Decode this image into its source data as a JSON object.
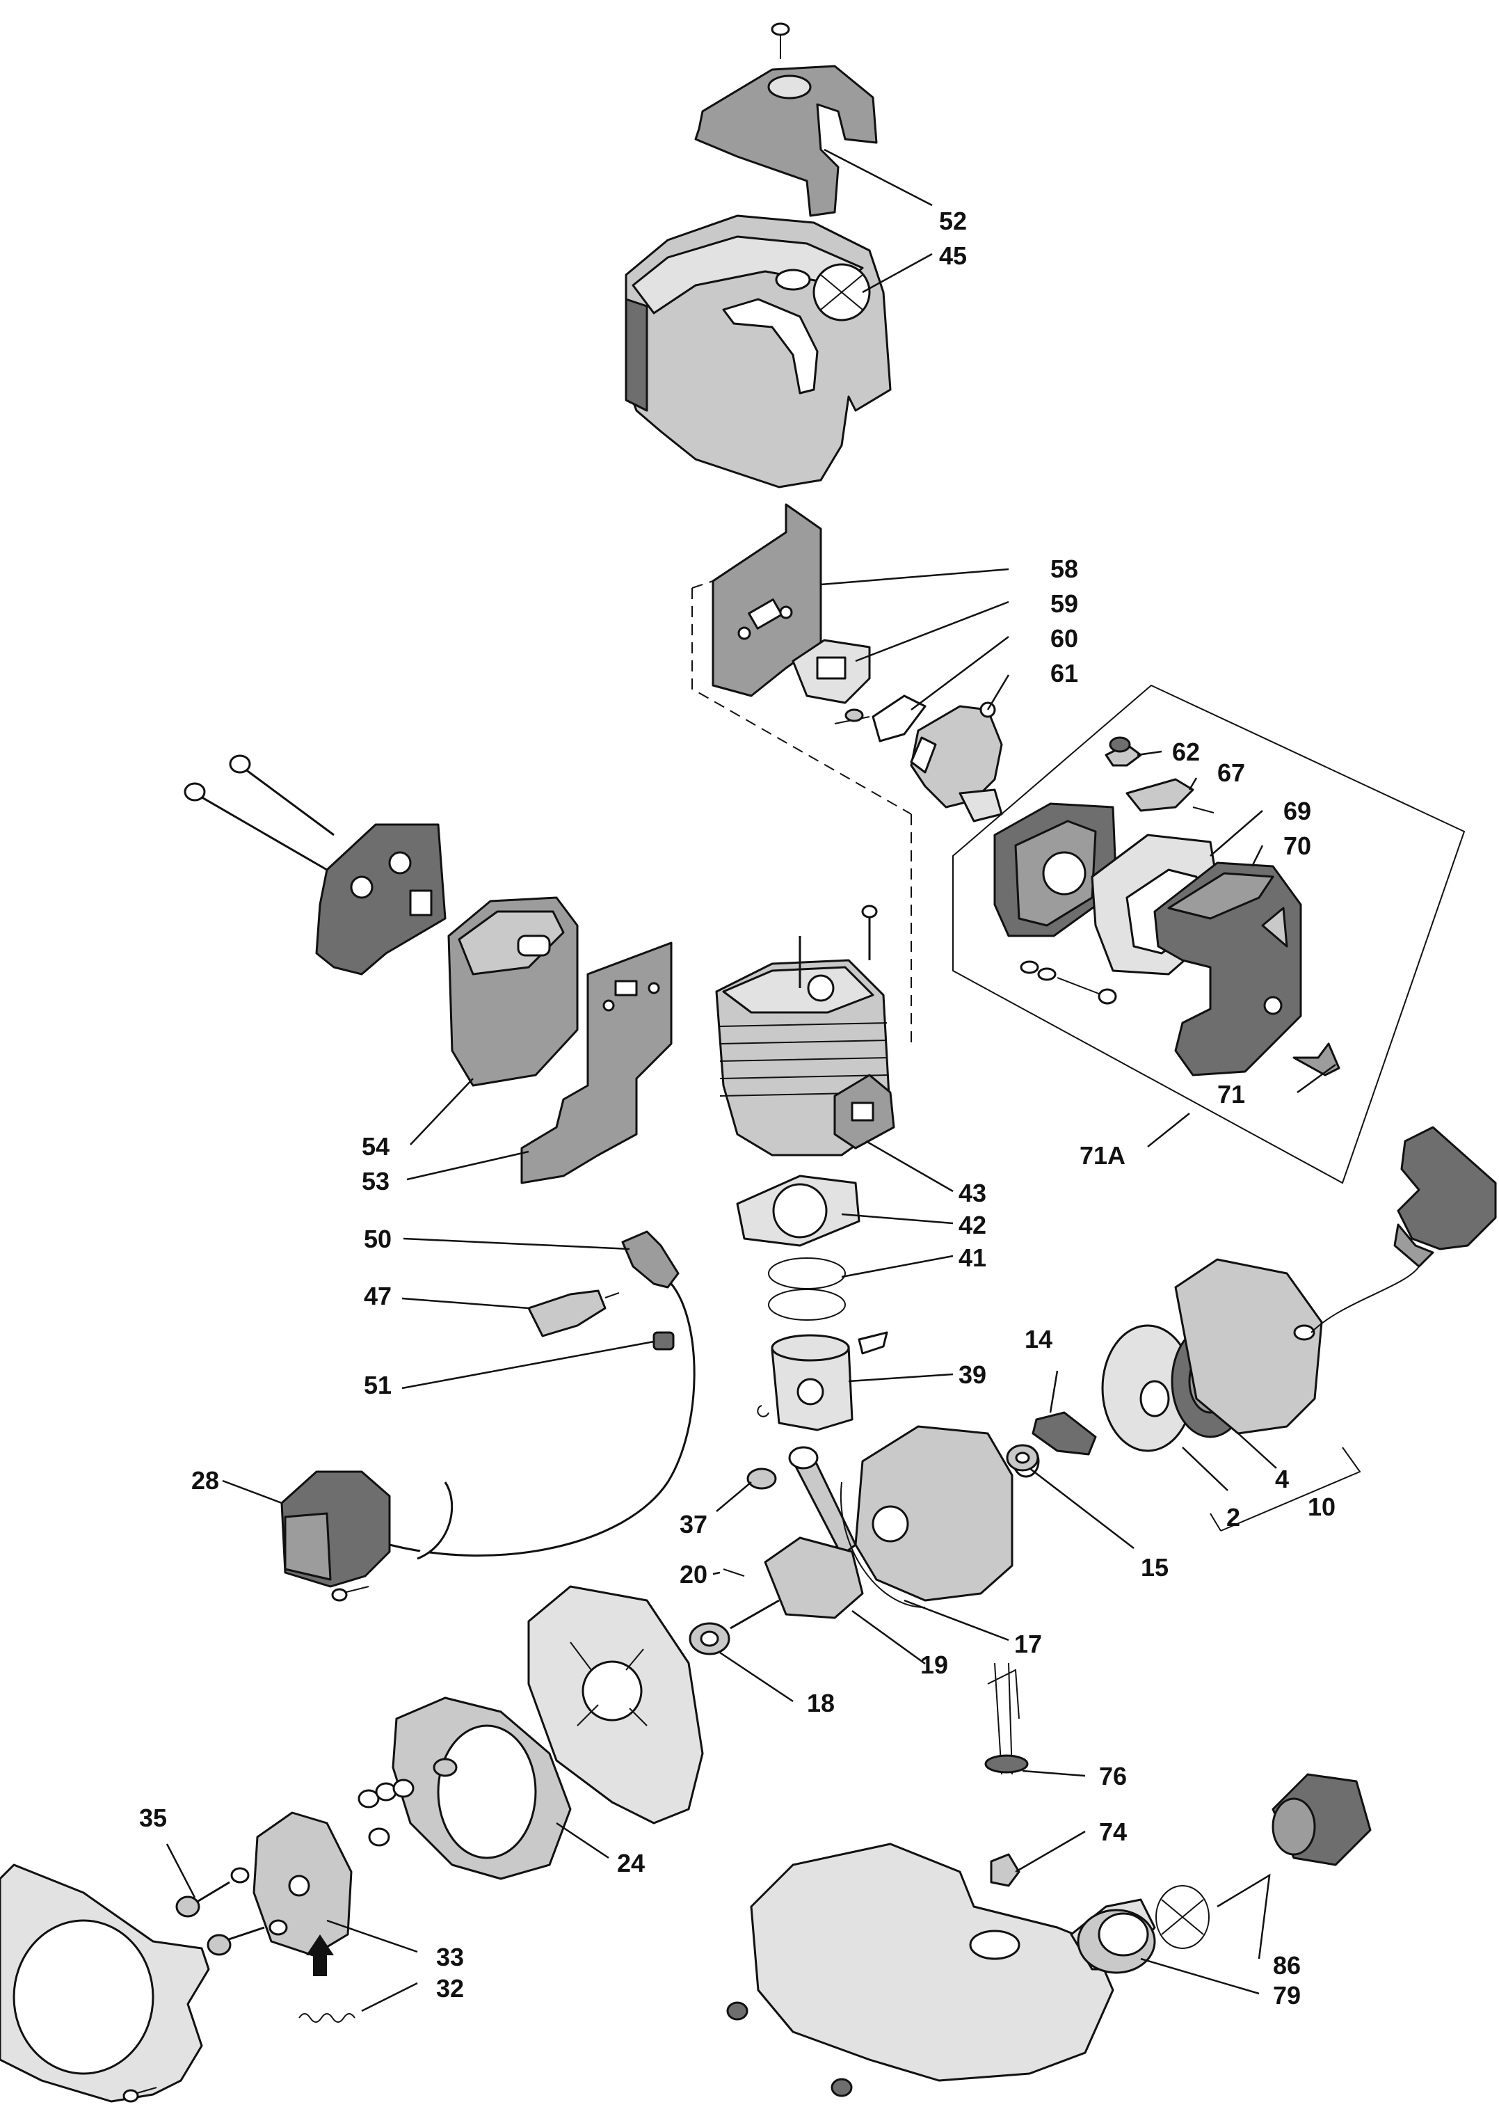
{
  "labels": {
    "l52": "52",
    "l45": "45",
    "l58": "58",
    "l59": "59",
    "l60": "60",
    "l61": "61",
    "l62": "62",
    "l67": "67",
    "l69": "69",
    "l70": "70",
    "l71": "71",
    "l71A": "71A",
    "l54": "54",
    "l53": "53",
    "l43": "43",
    "l42": "42",
    "l41": "41",
    "l50": "50",
    "l47": "47",
    "l51": "51",
    "l39": "39",
    "l14": "14",
    "l2": "2",
    "l4": "4",
    "l10": "10",
    "l15": "15",
    "l28": "28",
    "l37": "37",
    "l20": "20",
    "l17": "17",
    "l19": "19",
    "l18": "18",
    "l24": "24",
    "l35": "35",
    "l33": "33",
    "l32": "32",
    "l76": "76",
    "l74": "74",
    "l86": "86",
    "l79": "79"
  }
}
